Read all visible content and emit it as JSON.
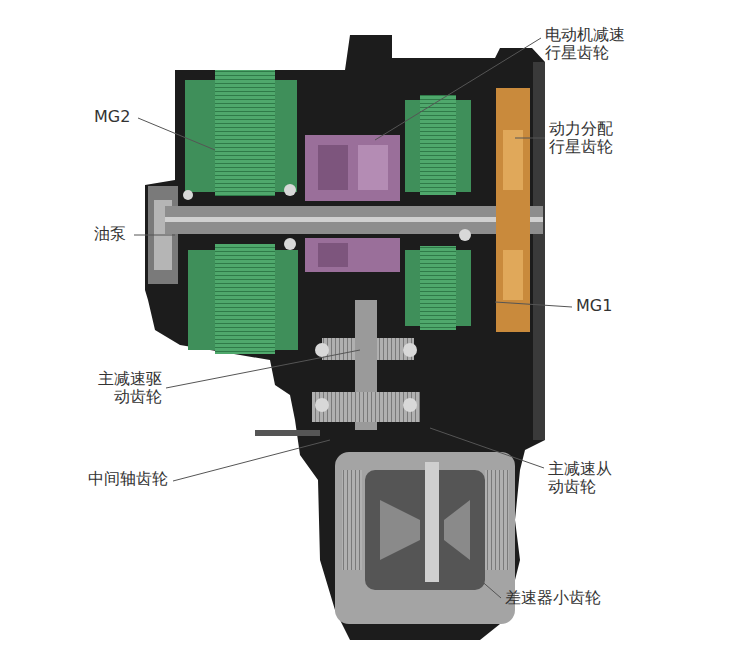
{
  "diagram": {
    "labels": [
      "电动机减速行星齿轮",
      "MG2",
      "动力分配行星齿轮",
      "油泵",
      "MG1",
      "主减速驱动齿轮",
      "中间轴齿轮",
      "主减速从动齿轮",
      "差速器小齿轮"
    ]
  }
}
